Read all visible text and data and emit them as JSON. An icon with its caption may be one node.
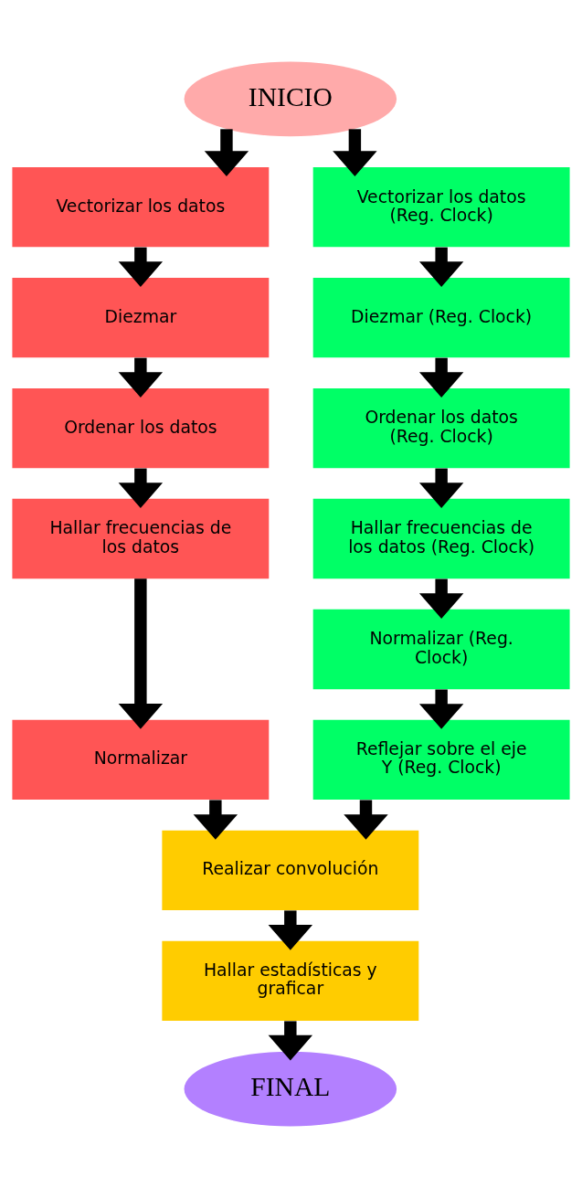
{
  "diagram": {
    "nodes": [
      {
        "text": [
          "INICIO"
        ]
      },
      {
        "text": [
          "Vectorizar los datos"
        ]
      },
      {
        "text": [
          "Diezmar"
        ]
      },
      {
        "text": [
          "Ordenar los datos"
        ]
      },
      {
        "text": [
          "Hallar frecuencias de los datos"
        ]
      },
      {
        "text": [
          "Normalizar"
        ]
      },
      {
        "text": [
          "Vectorizar los datos (Reg. Clock)"
        ]
      },
      {
        "text": [
          "Diezmar (Reg. Clock)"
        ]
      },
      {
        "text": [
          "Ordenar los datos (Reg. Clock)"
        ]
      },
      {
        "text": [
          "Hallar frecuencias de los datos (Reg. Clock)"
        ]
      },
      {
        "text": [
          "Normalizar (Reg. Clock)"
        ]
      },
      {
        "text": [
          "Reflejar sobre el eje Y (Reg. Clock)"
        ]
      },
      {
        "text": [
          "Realizar convolución"
        ]
      },
      {
        "text": [
          "Hallar estadísticas y graficar"
        ]
      },
      {
        "text": [
          "FINAL"
        ]
      }
    ],
    "edges": [
      {
        "from": 0,
        "to": 1,
        "arrow": "to"
      },
      {
        "from": 0,
        "to": 6,
        "arrow": "to"
      },
      {
        "from": 1,
        "to": 2,
        "arrow": "to"
      },
      {
        "from": 2,
        "to": 3,
        "arrow": "to"
      },
      {
        "from": 3,
        "to": 4,
        "arrow": "to"
      },
      {
        "from": 4,
        "to": 5,
        "arrow": "to"
      },
      {
        "from": 6,
        "to": 7,
        "arrow": "to"
      },
      {
        "from": 7,
        "to": 8,
        "arrow": "to"
      },
      {
        "from": 8,
        "to": 9,
        "arrow": "to"
      },
      {
        "from": 9,
        "to": 10,
        "arrow": "to"
      },
      {
        "from": 10,
        "to": 11,
        "arrow": "to"
      },
      {
        "from": 5,
        "to": 12,
        "arrow": "to"
      },
      {
        "from": 11,
        "to": 12,
        "arrow": "to"
      },
      {
        "from": 12,
        "to": 13,
        "arrow": "to"
      },
      {
        "from": 13,
        "to": 14,
        "arrow": "to"
      }
    ]
  }
}
